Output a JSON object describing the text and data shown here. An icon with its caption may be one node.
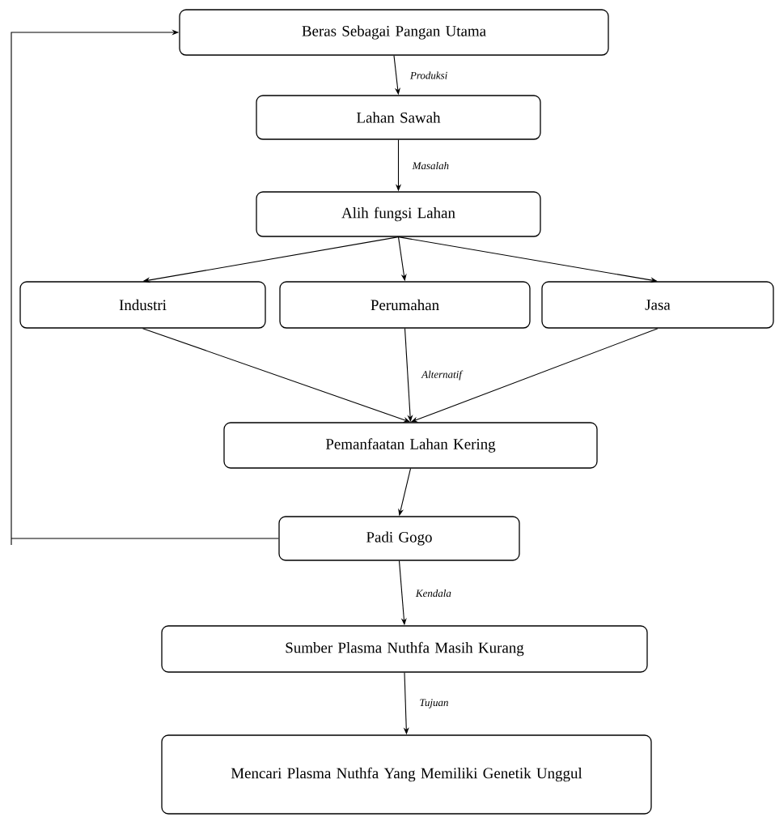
{
  "diagram": {
    "nodes": [
      {
        "text": [
          "Beras Sebagai Pangan Utama"
        ]
      },
      {
        "text": [
          "Lahan Sawah"
        ]
      },
      {
        "text": [
          "Alih fungsi Lahan"
        ]
      },
      {
        "text": [
          "Industri"
        ]
      },
      {
        "text": [
          "Perumahan"
        ]
      },
      {
        "text": [
          "Jasa"
        ]
      },
      {
        "text": [
          "Pemanfaatan Lahan Kering"
        ]
      },
      {
        "text": [
          "Padi Gogo"
        ]
      },
      {
        "text": [
          "Sumber Plasma Nuthfa Masih Kurang"
        ]
      },
      {
        "text": [
          "Mencari Plasma Nuthfa Yang Memiliki Genetik Unggul"
        ]
      }
    ],
    "edges": [
      {
        "from": 0,
        "to": 1,
        "arrow": "to",
        "label": "Produksi"
      },
      {
        "from": 1,
        "to": 2,
        "arrow": "to",
        "label": "Masalah"
      },
      {
        "from": 2,
        "to": 3,
        "arrow": "to"
      },
      {
        "from": 2,
        "to": 4,
        "arrow": "to"
      },
      {
        "from": 2,
        "to": 5,
        "arrow": "to"
      },
      {
        "from": 3,
        "to": 6,
        "arrow": "to"
      },
      {
        "from": 4,
        "to": 6,
        "arrow": "to",
        "label": "Alternatif"
      },
      {
        "from": 5,
        "to": 6,
        "arrow": "to"
      },
      {
        "from": 6,
        "to": 7,
        "arrow": "to"
      },
      {
        "from": 7,
        "to": 0,
        "arrow": "to"
      },
      {
        "from": 7,
        "to": 8,
        "arrow": "to",
        "label": "Kendala"
      },
      {
        "from": 8,
        "to": 9,
        "arrow": "to",
        "label": "Tujuan"
      }
    ]
  }
}
